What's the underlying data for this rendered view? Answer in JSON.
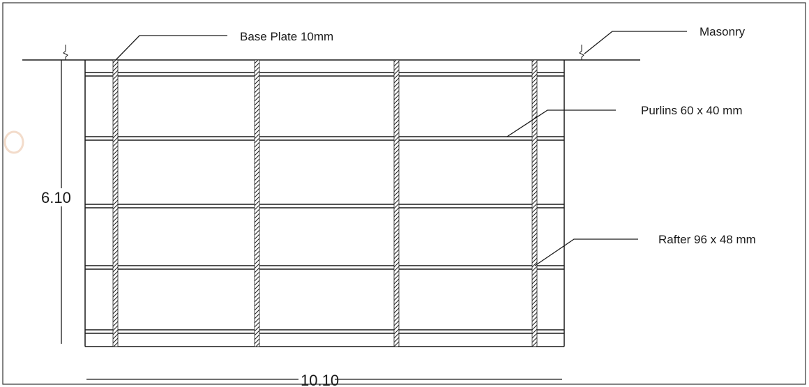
{
  "drawing": {
    "labels": {
      "base_plate": "Base Plate 10mm",
      "masonry": "Masonry",
      "purlins": "Purlins 60 x 40 mm",
      "rafter": "Rafter 96 x 48 mm"
    },
    "dimensions": {
      "height": "6.10",
      "width": "10.10"
    },
    "frame": {
      "rafter_count": 4,
      "purlin_count": 5
    }
  }
}
